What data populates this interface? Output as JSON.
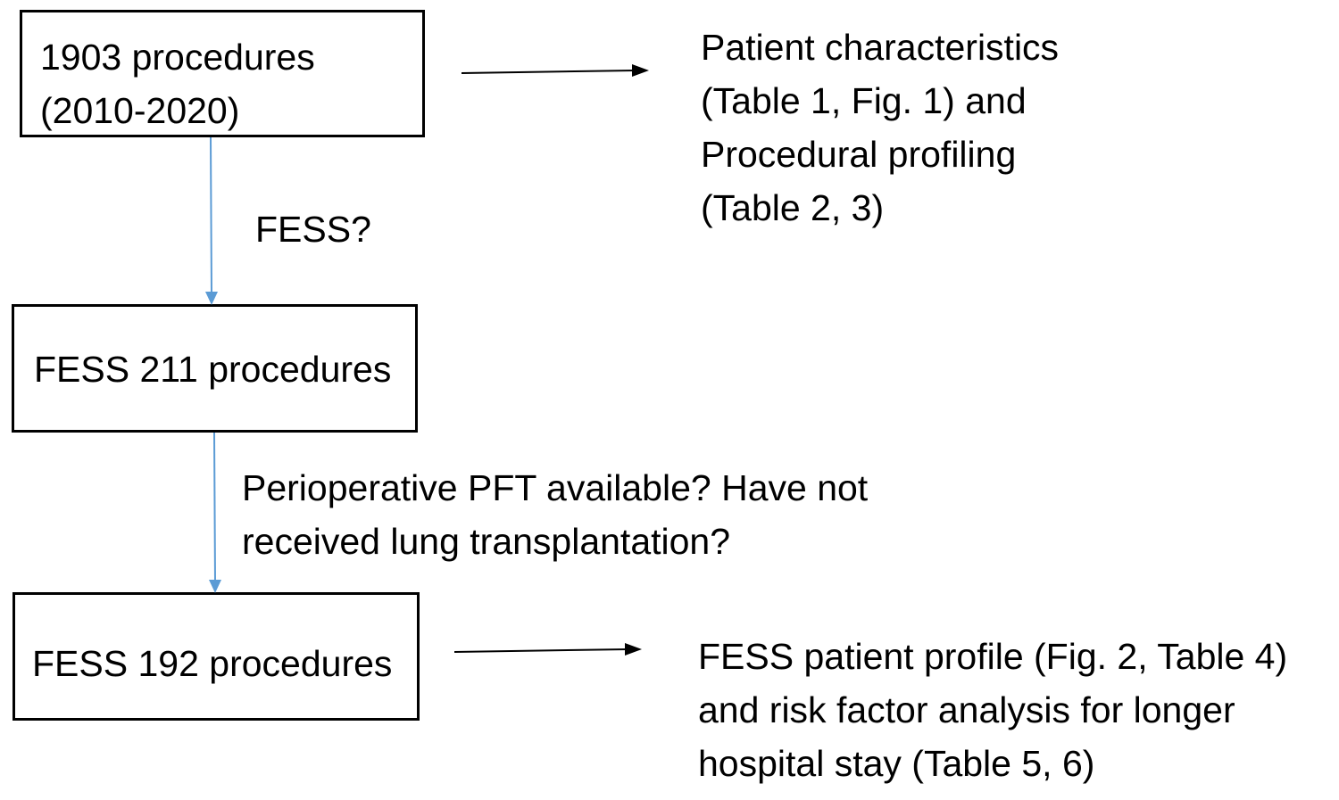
{
  "boxes": {
    "top": {
      "line1": "1903 procedures",
      "line2": "(2010-2020)"
    },
    "middle": {
      "text": "FESS 211 procedures"
    },
    "bottom": {
      "text": "FESS 192 procedures"
    }
  },
  "conditions": {
    "fess": "FESS?",
    "pft_line1": "Perioperative PFT available? Have not",
    "pft_line2": "received lung transplantation?"
  },
  "outcomes": {
    "first": {
      "line1": "Patient characteristics",
      "line2": "(Table 1, Fig. 1) and",
      "line3": "Procedural profiling",
      "line4": "(Table 2, 3)"
    },
    "second": {
      "line1": "FESS patient profile (Fig. 2, Table 4)",
      "line2": "and risk factor analysis for longer",
      "line3": "hospital stay (Table 5, 6)"
    }
  },
  "colors": {
    "vertical_arrow": "#5b9bd5",
    "horizontal_arrow": "#000000",
    "box_border": "#000000"
  }
}
